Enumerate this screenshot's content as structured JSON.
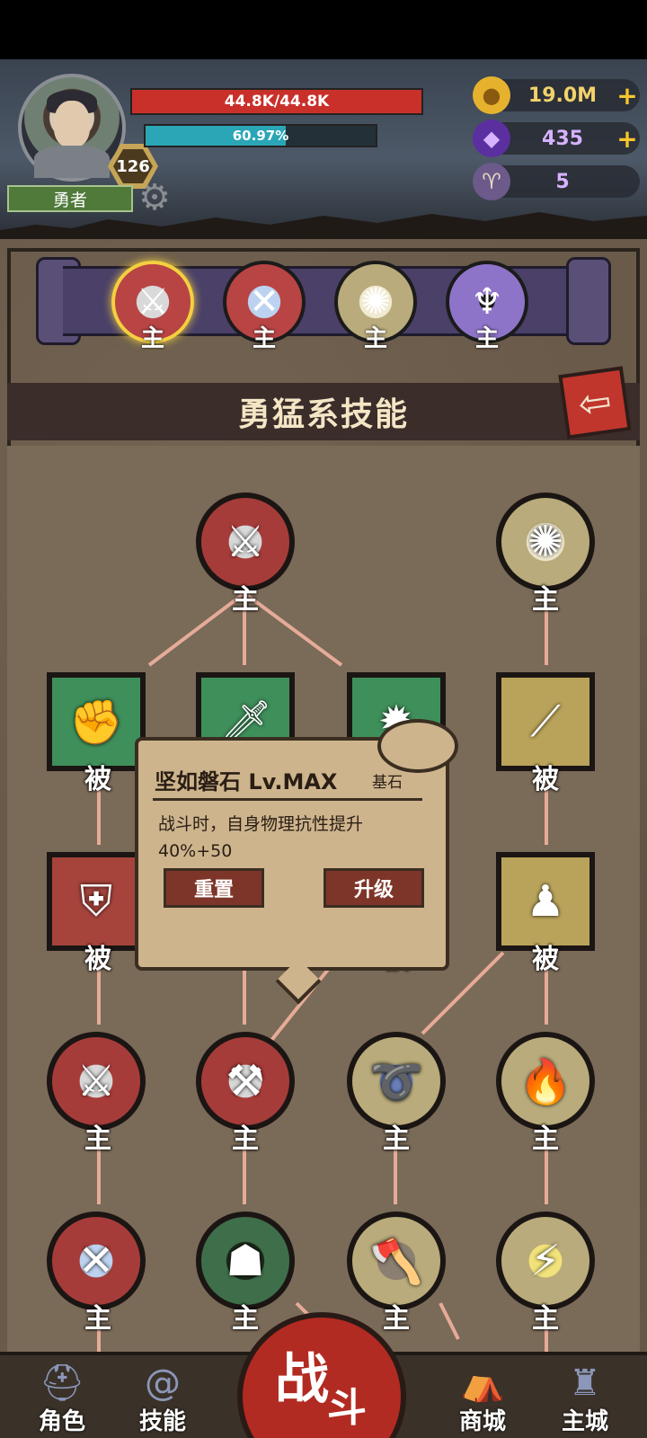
{
  "player": {
    "name": "勇者",
    "level": "126",
    "hp_text": "44.8K/44.8K",
    "xp_text": "60.97%",
    "xp_fraction": 0.6097
  },
  "resources": {
    "gold": "19.0M",
    "gems": "435",
    "ram": "5",
    "plus": "+"
  },
  "skill_tabs": [
    {
      "label": "主",
      "icon": "claw-slash-icon",
      "active": true
    },
    {
      "label": "主",
      "icon": "crossed-slash-icon",
      "active": false
    },
    {
      "label": "主",
      "icon": "holy-seal-icon",
      "active": false
    },
    {
      "label": "主",
      "icon": "winged-figure-icon",
      "active": false
    }
  ],
  "section_title": "勇猛系技能",
  "back_icon": "arrow-left-icon",
  "nodes": {
    "r0c1": "主",
    "r0c3": "主",
    "r1c0": "被",
    "r1c3": "被",
    "r2c0": "被",
    "r2c2": "被",
    "r2c3": "被",
    "r3c0": "主",
    "r3c1": "主",
    "r3c2": "主",
    "r3c3": "主",
    "r4c0": "主",
    "r4c1": "主",
    "r4c2": "主",
    "r4c3": "主"
  },
  "popup": {
    "title": "坚如磐石 Lv.MAX",
    "tag": "基石",
    "description": "战斗时，自身物理抗性提升40%+50",
    "reset_label": "重置",
    "upgrade_label": "升级"
  },
  "nav": {
    "role": "角色",
    "skills": "技能",
    "battle_1": "战",
    "battle_2": "斗",
    "shop": "商城",
    "city": "主城"
  },
  "colors": {
    "hp": "#c9302a",
    "xp": "#2aa6b6",
    "gold": "#f2d26a",
    "active_tab": "#f4d03f",
    "battle": "#b22b22",
    "link_line": "#f2b3a0"
  }
}
